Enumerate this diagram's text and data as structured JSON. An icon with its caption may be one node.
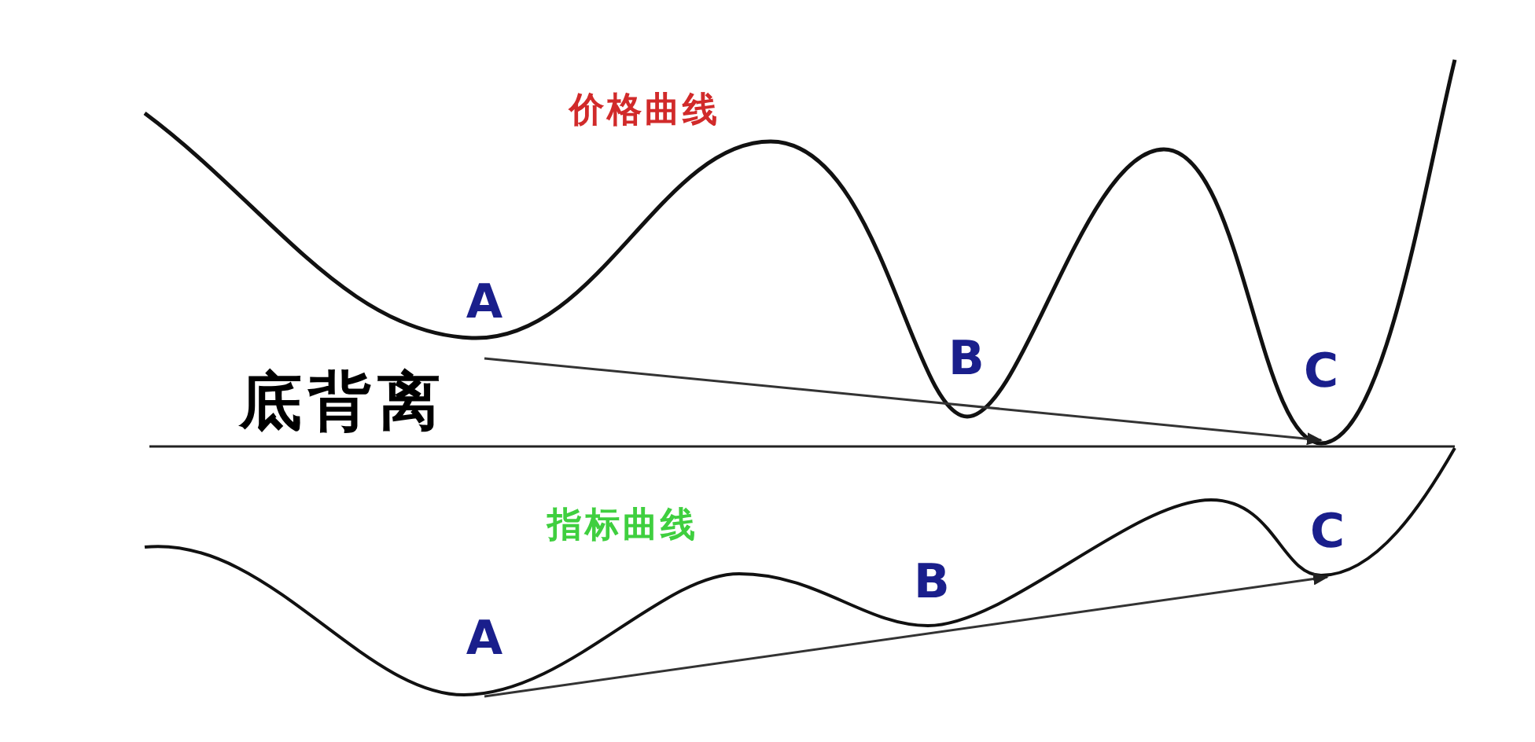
{
  "diagram": {
    "nodes": [
      {
        "text": [
          "A"
        ]
      },
      {
        "text": [
          "C"
        ]
      },
      {
        "text": [
          "A"
        ]
      },
      {
        "text": [
          "C"
        ]
      }
    ],
    "edges": [
      {
        "from": 0,
        "to": 1,
        "arrow": "to"
      },
      {
        "from": 2,
        "to": 3,
        "arrow": "to"
      }
    ],
    "labels": [
      "价格曲线",
      "B",
      "底背离",
      "指标曲线",
      "B"
    ]
  }
}
